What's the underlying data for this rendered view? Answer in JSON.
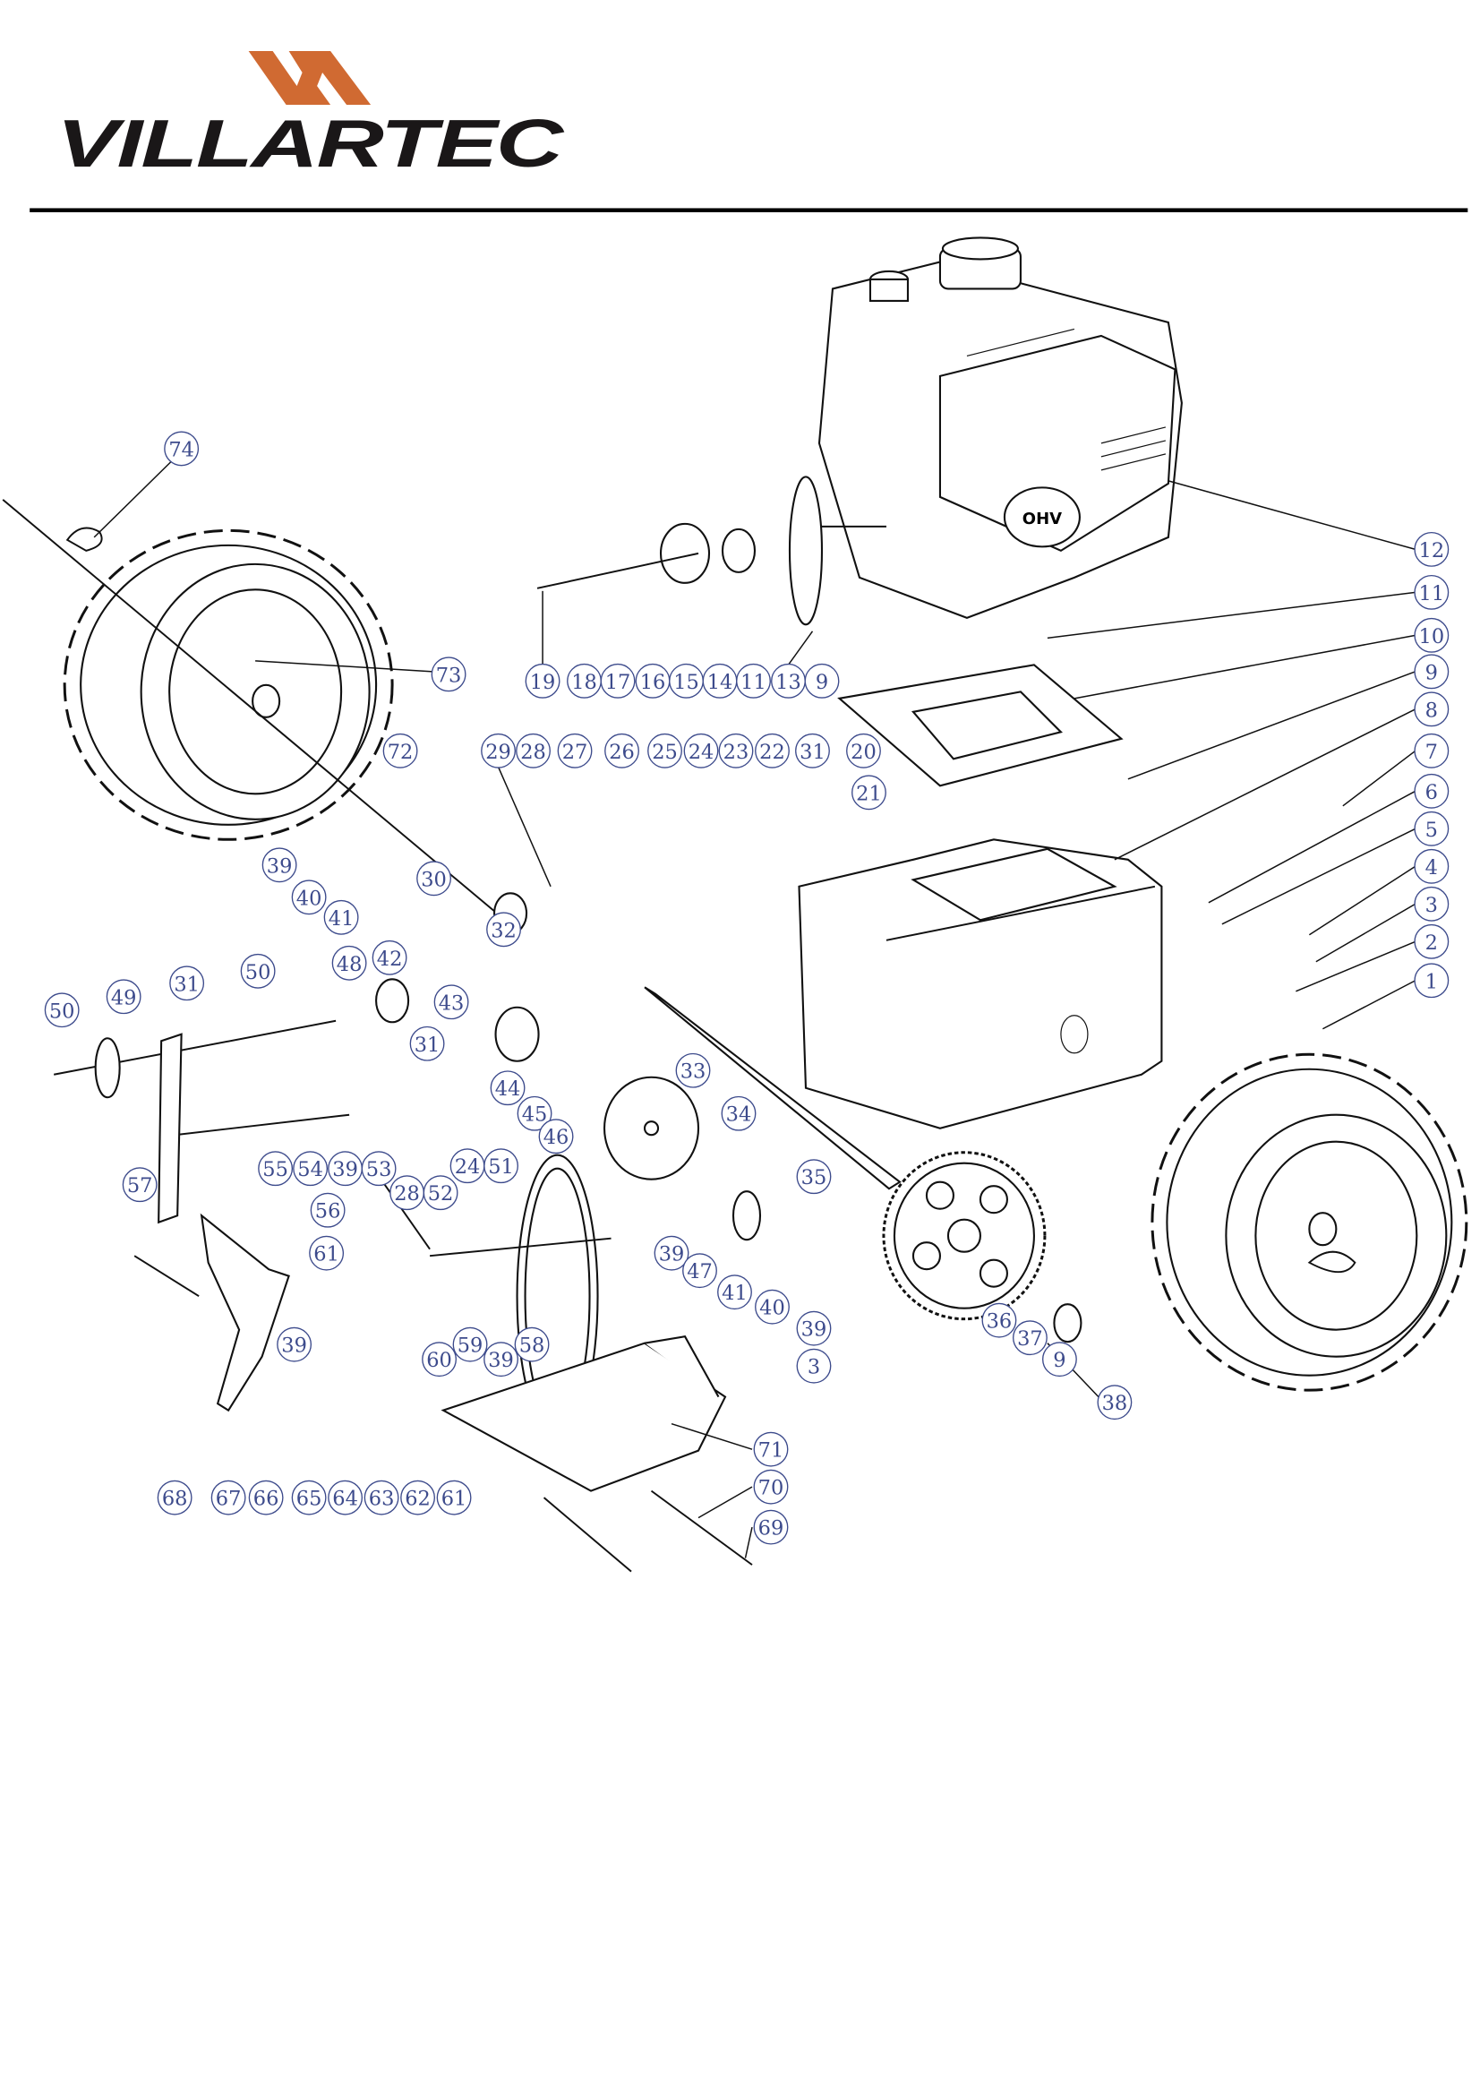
{
  "header": {
    "brand": "VILLARTEC",
    "brand_color": "#d06a32",
    "text_color": "#1a1718"
  },
  "engine": {
    "label": "OHV"
  },
  "callout_color": "#3d4b8c",
  "callouts": [
    "74",
    "73",
    "72",
    "19",
    "18",
    "17",
    "16",
    "15",
    "14",
    "11",
    "13",
    "9",
    "12",
    "11",
    "10",
    "9",
    "8",
    "7",
    "6",
    "5",
    "4",
    "3",
    "2",
    "1",
    "29",
    "28",
    "27",
    "26",
    "25",
    "24",
    "23",
    "22",
    "31",
    "20",
    "21",
    "39",
    "40",
    "41",
    "30",
    "32",
    "48",
    "42",
    "43",
    "31",
    "49",
    "50",
    "31",
    "50",
    "44",
    "45",
    "46",
    "33",
    "34",
    "35",
    "55",
    "54",
    "39",
    "53",
    "28",
    "52",
    "24",
    "51",
    "57",
    "56",
    "61",
    "39",
    "47",
    "41",
    "40",
    "39",
    "3",
    "36",
    "37",
    "9",
    "38",
    "60",
    "59",
    "39",
    "58",
    "39",
    "68",
    "67",
    "66",
    "65",
    "64",
    "63",
    "62",
    "61",
    "71",
    "70",
    "69"
  ]
}
